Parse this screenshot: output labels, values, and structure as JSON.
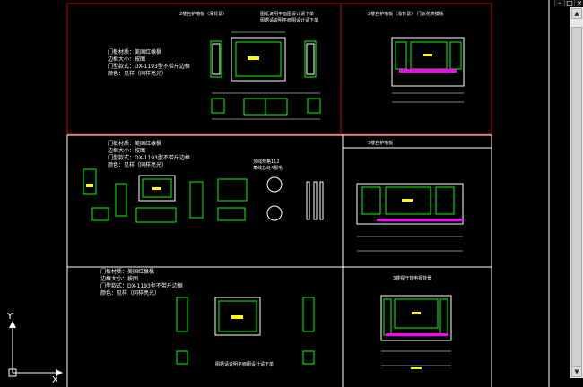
{
  "window": {
    "minimize_glyph": "–",
    "restore_glyph": "□",
    "close_glyph": "×"
  },
  "ucs": {
    "x_label": "X",
    "y_label": "Y"
  },
  "colors": {
    "background": "#000000",
    "frame_red": "#cc0000",
    "frame_white": "#ffffff",
    "linework_green": "#00ff00",
    "linework_white": "#ffffff",
    "fill_yellow": "#ffff00",
    "fill_magenta": "#ff00ff"
  },
  "panels": {
    "top_left": {
      "title": "2楼自护墙板（深背景）",
      "heading_line1": "图纸说明平面图设计请下单",
      "heading_line2": "图据请说明平面图设计请下单",
      "spec_material": "门板材质：美国红橡枫",
      "spec_size": "边框大小：按图",
      "spec_style": "门型款式：DX-1193型不带斤边框",
      "spec_color": "颜色：见样（同样亮光）"
    },
    "top_right": {
      "title": "2楼自护墙板（浅背景）    门板花类模板"
    },
    "mid_left": {
      "spec_material": "门板材质：美国红橡枫",
      "spec_size": "边框大小：按图",
      "spec_style": "门型款式：DX-1193型不带斤边框",
      "spec_color": "颜色：见样（同样亮光）",
      "note_line1": "顶线规格112",
      "note_line2": "角线总处4根毛"
    },
    "mid_right": {
      "title": "3楼自护墙板"
    },
    "bottom_left": {
      "spec_material": "门板材质：美国红橡枫",
      "spec_size": "边框大小：按图",
      "spec_style": "门型款式：DX-1193型不带斤边框",
      "spec_color": "颜色：见样（同样亮光）",
      "caption": "图据请说明平面图设计请下单"
    },
    "bottom_right": {
      "title": "3楼视厅背电视背景"
    }
  }
}
